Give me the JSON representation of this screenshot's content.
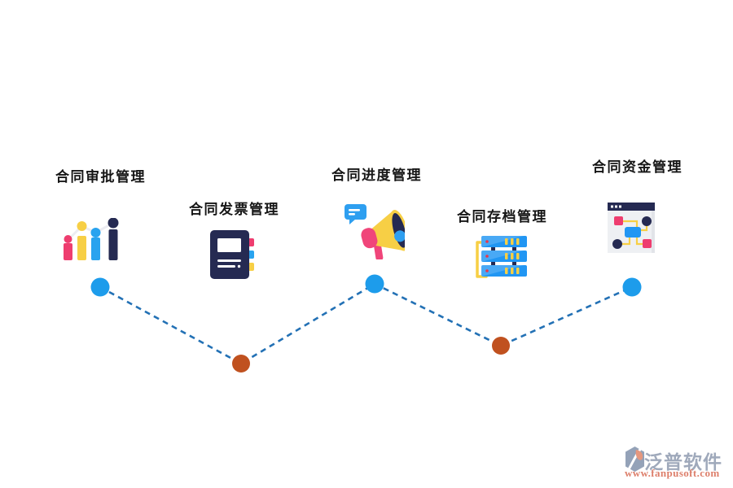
{
  "diagram": {
    "type": "process-timeline",
    "background": "#ffffff",
    "steps": [
      {
        "label": "合同审批管理",
        "icon": "bar-chart-icon",
        "node_color": "#1d9ceb",
        "node_position": "up"
      },
      {
        "label": "合同发票管理",
        "icon": "notebook-icon",
        "node_color": "#c0511f",
        "node_position": "down"
      },
      {
        "label": "合同进度管理",
        "icon": "megaphone-icon",
        "node_color": "#1d9ceb",
        "node_position": "up"
      },
      {
        "label": "合同存档管理",
        "icon": "server-stack-icon",
        "node_color": "#c0511f",
        "node_position": "down"
      },
      {
        "label": "合同资金管理",
        "icon": "flowchart-window-icon",
        "node_color": "#1d9ceb",
        "node_position": "up"
      }
    ],
    "connector": {
      "style": "dashed",
      "color": "#2371b5"
    }
  },
  "colors": {
    "title_text": "#161616",
    "accent_pink": "#ee3d6f",
    "accent_yellow": "#f7cf45",
    "accent_blue": "#2196f3",
    "accent_navy": "#252a52",
    "node_blue": "#1d9ceb",
    "node_orange": "#c0511f",
    "connector_blue": "#2371b5",
    "watermark_gray": "#9fa9bb",
    "watermark_salmon": "#dd7f6b"
  },
  "watermark": {
    "brand": "泛普软件",
    "url": "www.fanpusoft.com"
  }
}
